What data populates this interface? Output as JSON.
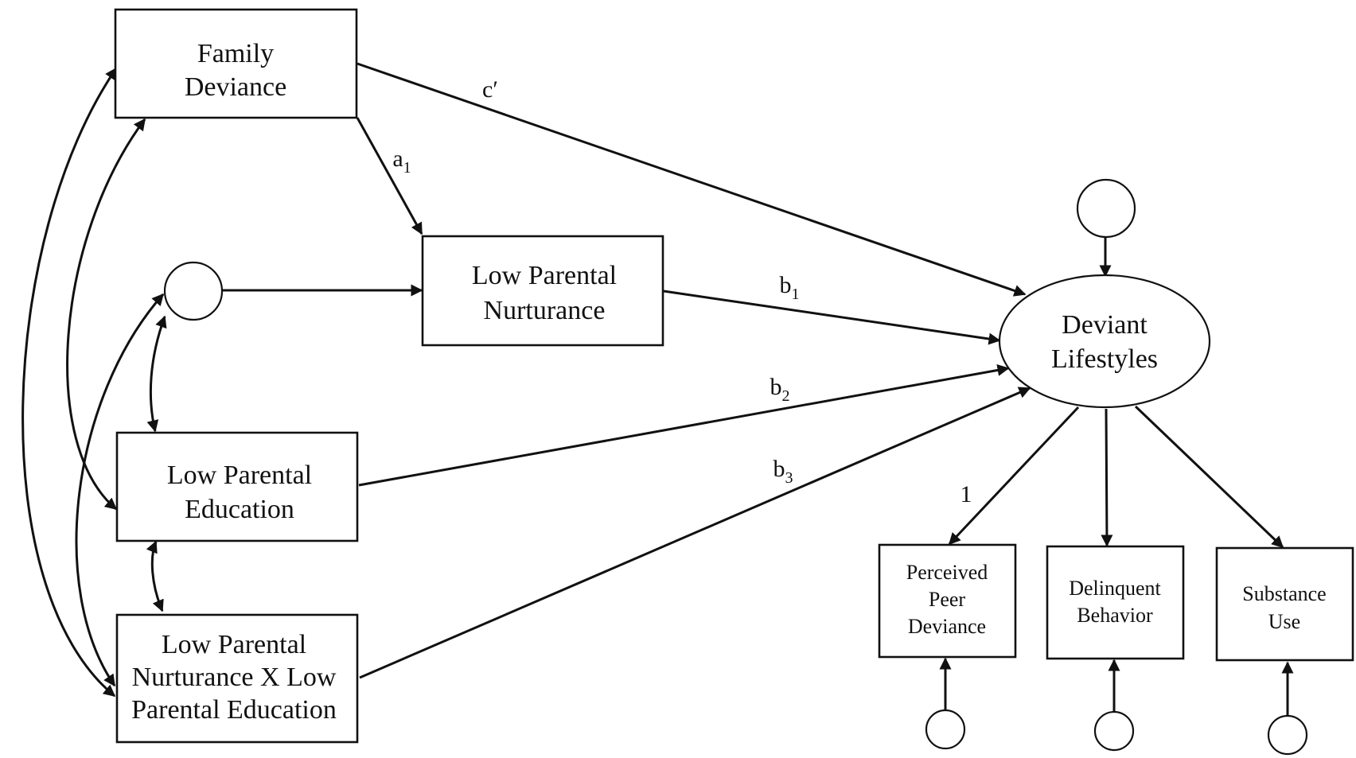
{
  "diagram": {
    "nodes": {
      "family_deviance": {
        "lines": [
          "Family",
          "Deviance"
        ]
      },
      "low_parental_nurturance": {
        "lines": [
          "Low Parental",
          "Nurturance"
        ]
      },
      "low_parental_education": {
        "lines": [
          "Low Parental",
          "Education"
        ]
      },
      "interaction": {
        "lines": [
          "Low Parental",
          "Nurturance X Low",
          "Parental Education"
        ]
      },
      "deviant_lifestyles": {
        "lines": [
          "Deviant",
          "Lifestyles"
        ]
      },
      "perceived_peer_deviance": {
        "lines": [
          "Perceived",
          "Peer",
          "Deviance"
        ]
      },
      "delinquent_behavior": {
        "lines": [
          "Delinquent",
          "Behavior"
        ]
      },
      "substance_use": {
        "lines": [
          "Substance",
          "Use"
        ]
      }
    },
    "path_labels": {
      "c_prime": "c′",
      "a1": {
        "base": "a",
        "sub": "1"
      },
      "b1": {
        "base": "b",
        "sub": "1"
      },
      "b2": {
        "base": "b",
        "sub": "2"
      },
      "b3": {
        "base": "b",
        "sub": "3"
      },
      "loading": "1"
    }
  }
}
